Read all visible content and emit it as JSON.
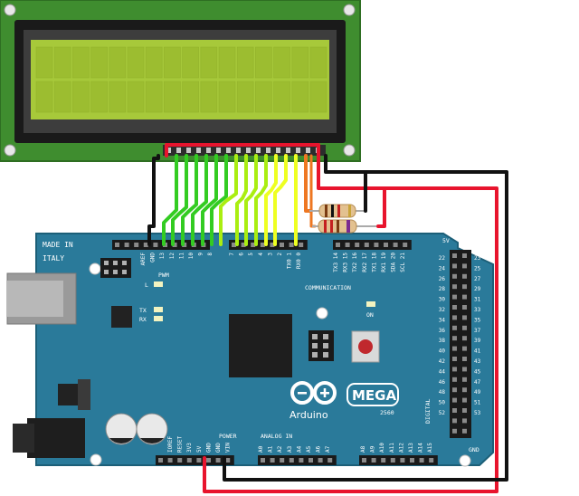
{
  "board": {
    "made_in": "MADE IN",
    "country": "ITALY",
    "brand": "Arduino",
    "model": "MEGA",
    "model_code": "2560",
    "sections": {
      "pwm": "PWM",
      "communication": "COMMUNICATION",
      "power": "POWER",
      "analog_in": "ANALOG IN",
      "digital": "DIGITAL"
    },
    "leds": {
      "l": "L",
      "tx": "TX",
      "rx": "RX",
      "on": "ON"
    },
    "top_header_left": [
      "AREF",
      "GND",
      "13",
      "12",
      "11",
      "10",
      "9",
      "8"
    ],
    "top_header_mid": [
      "7",
      "6",
      "5",
      "4",
      "3",
      "2",
      "TX0 1",
      "RX0 0"
    ],
    "top_header_right": [
      "TX3 14",
      "RX3 15",
      "TX2 16",
      "RX2 17",
      "TX1 18",
      "RX1 19",
      "SDA 20",
      "SCL 21"
    ],
    "power_pins": [
      "IOREF",
      "RESET",
      "3V3",
      "5V",
      "GND",
      "GND",
      "VIN"
    ],
    "analog_pins_a": [
      "A0",
      "A1",
      "A2",
      "A3",
      "A4",
      "A5",
      "A6",
      "A7"
    ],
    "analog_pins_b": [
      "A8",
      "A9",
      "A10",
      "A11",
      "A12",
      "A13",
      "A14",
      "A15"
    ],
    "digital_left": [
      "22",
      "24",
      "26",
      "28",
      "30",
      "32",
      "34",
      "36",
      "38",
      "40",
      "42",
      "44",
      "46",
      "48",
      "50",
      "52"
    ],
    "digital_right": [
      "23",
      "25",
      "27",
      "29",
      "31",
      "33",
      "35",
      "37",
      "39",
      "41",
      "43",
      "45",
      "47",
      "49",
      "51",
      "53"
    ],
    "header_5v": "5V",
    "header_gnd": "GND"
  },
  "colors": {
    "board": "#2a7a9a",
    "board_dark": "#1f6480",
    "lcd_pcb": "#3f8d2f",
    "lcd_screen": "#a7c93a",
    "wire_red": "#e8142d",
    "wire_black": "#111111",
    "wire_green": "#33cc22",
    "wire_lime": "#aaee11",
    "wire_yellow": "#eeff22",
    "wire_orange": "#ee7722"
  }
}
